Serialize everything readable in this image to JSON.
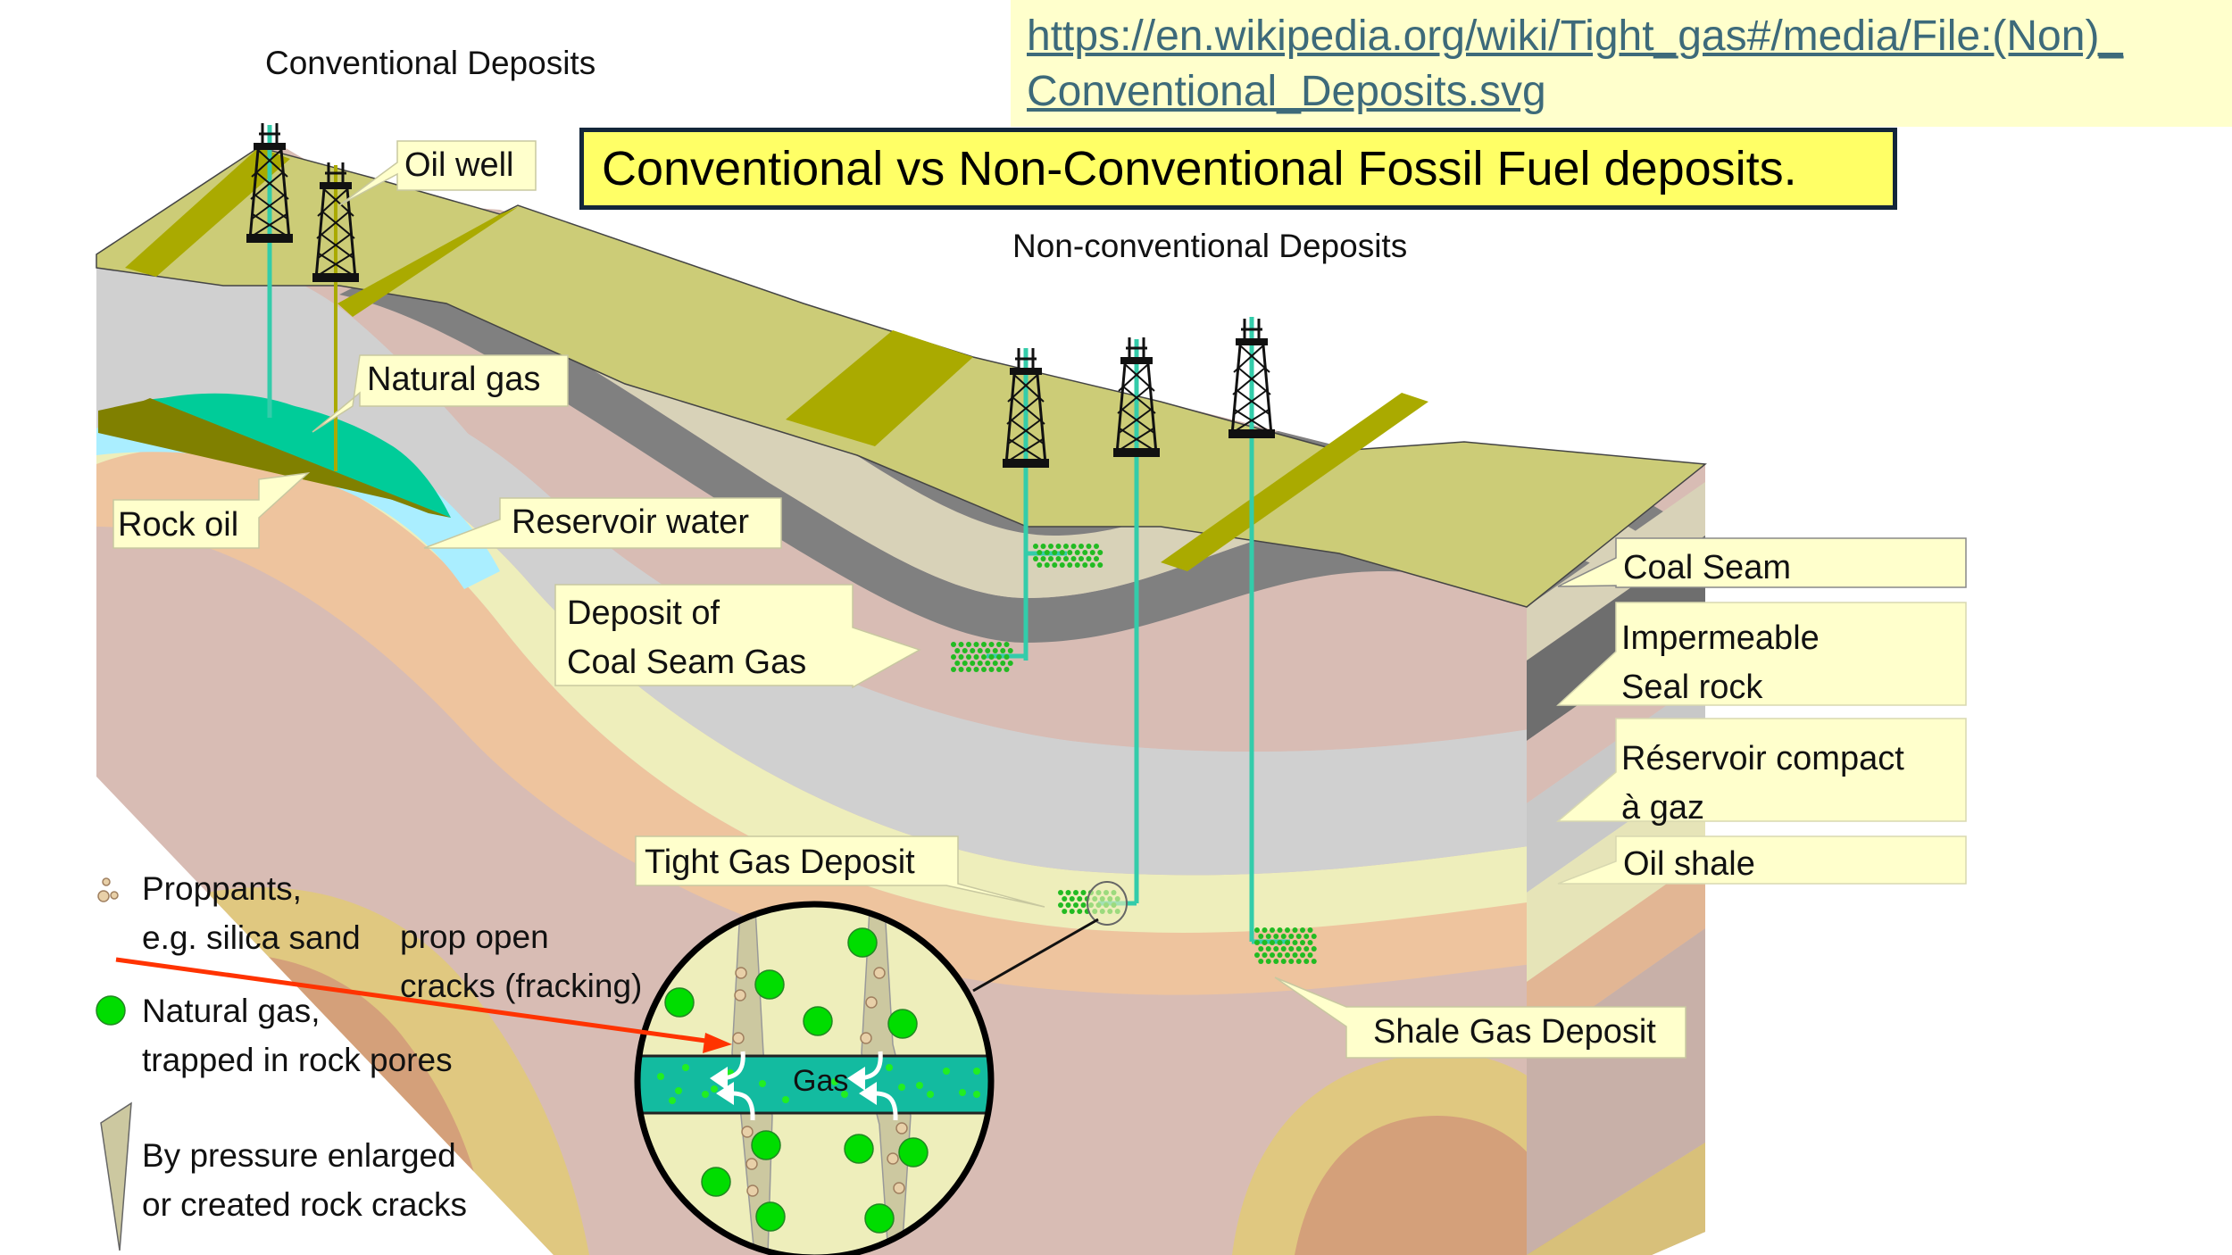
{
  "source": {
    "url_line1": "https://en.wikipedia.org/wiki/Tight_gas#/media/File:(Non)_",
    "url_line2": "Conventional_Deposits.svg"
  },
  "banner": {
    "title": "Conventional vs Non-Conventional Fossil Fuel deposits."
  },
  "sections": {
    "conventional": "Conventional Deposits",
    "non_conventional": "Non-conventional Deposits"
  },
  "callouts": {
    "oil_well": "Oil well",
    "natural_gas": "Natural gas",
    "rock_oil": "Rock oil",
    "reservoir_water": "Reservoir water",
    "coal_seam_gas_line1": "Deposit of",
    "coal_seam_gas_line2": "Coal Seam Gas",
    "tight_gas": "Tight Gas Deposit",
    "shale_gas": "Shale Gas Deposit"
  },
  "layer_labels": {
    "coal_seam": "Coal Seam",
    "seal_rock_line1": "Impermeable",
    "seal_rock_line2": "Seal rock",
    "reservoir_line1": "Réservoir compact",
    "reservoir_line2": "à gaz",
    "oil_shale": "Oil shale"
  },
  "legend": {
    "proppants_line1": "Proppants,",
    "proppants_line2": "e.g. silica sand",
    "natural_gas_line1": "Natural gas,",
    "natural_gas_line2": "trapped in rock pores",
    "cracks_line1": "By pressure enlarged",
    "cracks_line2": "or created rock cracks"
  },
  "annotation": {
    "line1": "prop open",
    "line2": "cracks (fracking)"
  },
  "magnifier": {
    "gas_label": "Gas"
  },
  "colors": {
    "surface": "#cccc77",
    "surface_band": "#aaaa00",
    "coal": "#808080",
    "seal_rock": "#d0d0d0",
    "pink_layer": "#d8bcb4",
    "tight_gas_layer": "#eeeebb",
    "oil_shale": "#eec49e",
    "sand_layer": "#e0c880",
    "deep_layer": "#d4a07a",
    "gas_cap": "#00cc99",
    "rock_oil": "#808000",
    "water": "#aaeeff",
    "well_pipe": "#33ccaa",
    "gas_dots": "#00dd00",
    "callout_fill": "#ffffcc",
    "banner_fill": "#ffff66",
    "red_arrow": "#ff3300",
    "link": "#3d6a7a"
  }
}
